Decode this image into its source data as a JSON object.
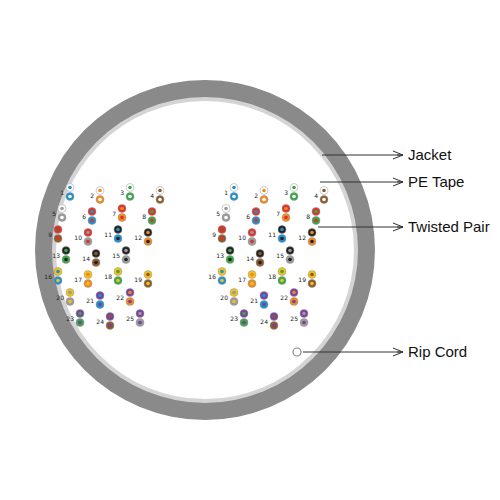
{
  "diagram": {
    "labels": [
      "Jacket",
      "PE Tape",
      "Twisted Pair",
      "Rip Cord",
      "1",
      "2",
      "3",
      "4",
      "5",
      "6",
      "7",
      "8",
      "9",
      "10",
      "11",
      "12",
      "13",
      "14",
      "15",
      "16",
      "17",
      "18",
      "19",
      "20",
      "21",
      "22",
      "23",
      "24",
      "25",
      "1",
      "2",
      "3",
      "4",
      "5",
      "6",
      "7",
      "8",
      "9",
      "10",
      "11",
      "12",
      "13",
      "14",
      "15",
      "16",
      "17",
      "18",
      "19",
      "20",
      "21",
      "22",
      "23",
      "24",
      "25"
    ]
  }
}
